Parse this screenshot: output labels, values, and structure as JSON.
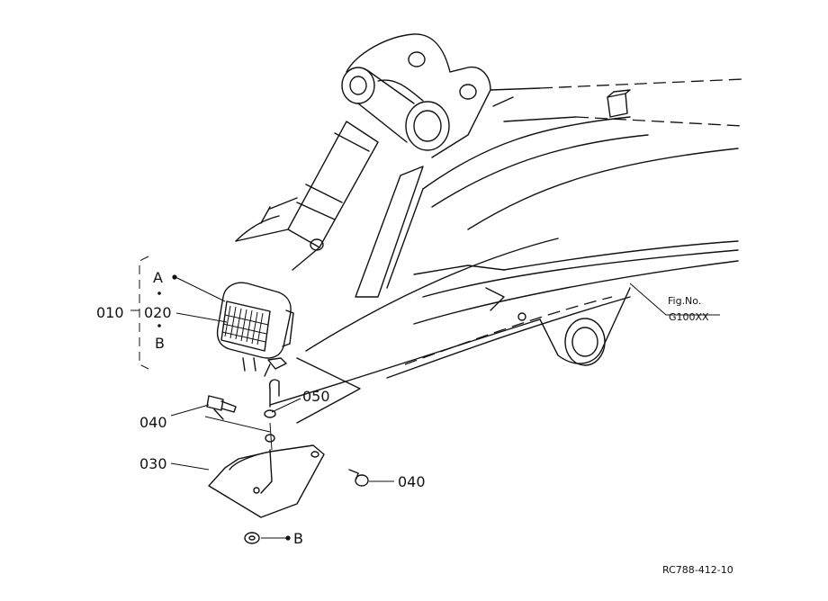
{
  "labels": {
    "part_010": "010",
    "part_020": "020",
    "part_030": "030",
    "part_040_left": "040",
    "part_040_right": "040",
    "part_050": "050",
    "ref_a": "A",
    "ref_b_bracket": "B",
    "ref_b_bottom": "B",
    "fig_no_caption": "Fig.No.",
    "fig_no_value": "G100XX",
    "drawing_code": "RC788-412-10"
  }
}
